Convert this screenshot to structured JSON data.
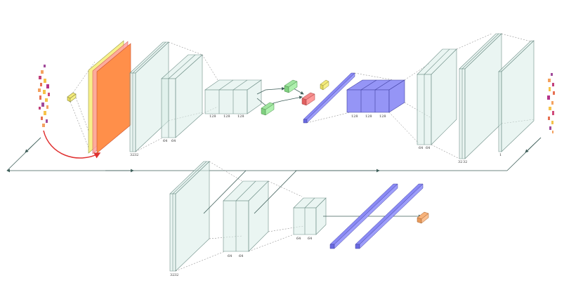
{
  "diagram": {
    "encoder_labels": {
      "conv1": [
        "32",
        "32"
      ],
      "conv2": [
        "64",
        "64"
      ],
      "conv3": [
        "128",
        "128",
        "128"
      ]
    },
    "decoder_labels": {
      "deconv3": [
        "128",
        "128",
        "128"
      ],
      "deconv2": [
        "64",
        "64"
      ],
      "deconv1": [
        "32",
        "32"
      ],
      "output": "1"
    },
    "branch_labels": {
      "conv1": [
        "32",
        "32"
      ],
      "conv2": [
        "64",
        "64"
      ],
      "conv3": [
        "64",
        "64"
      ]
    },
    "colors": {
      "block_fill": "#d9ece8",
      "block_edge": "#6f8f88",
      "yellow": "#f7f08a",
      "orange": "#ff8f4a",
      "red_rim": "#ff6f6f",
      "blue": "#8a8af5",
      "green": "#9fe59f",
      "small_yellow": "#f3e978",
      "small_red": "#f58a8a",
      "small_orange": "#f7b27a",
      "arrow": "#3f5f5a",
      "red_arrow": "#e03030"
    }
  }
}
